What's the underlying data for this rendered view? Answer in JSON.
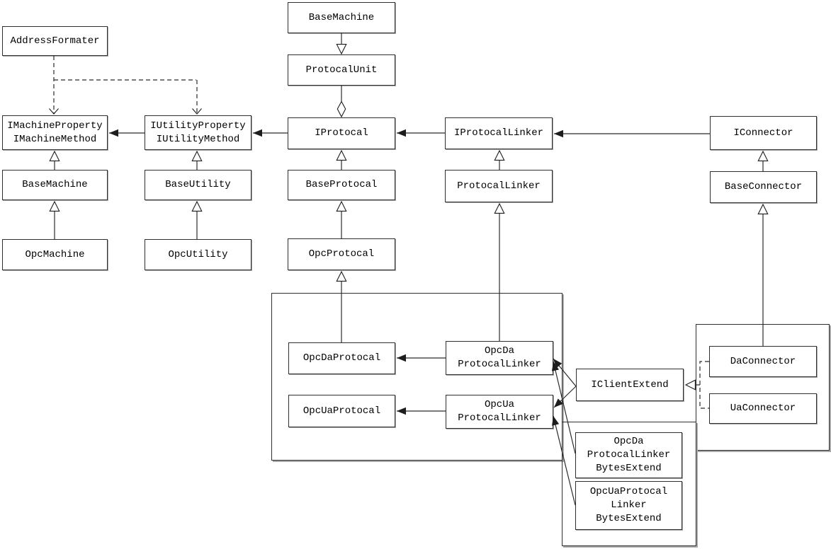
{
  "diagram": {
    "type": "uml-class-diagram",
    "background_color": "#ffffff",
    "line_color": "#2b2b2b",
    "nodes": {
      "address_formater": {
        "l1": "AddressFormater"
      },
      "i_machine": {
        "l1": "IMachineProperty",
        "l2": "IMachineMethod"
      },
      "i_utility": {
        "l1": "IUtilityProperty",
        "l2": "IUtilityMethod"
      },
      "base_machine_left": {
        "l1": "BaseMachine"
      },
      "base_utility": {
        "l1": "BaseUtility"
      },
      "opc_machine": {
        "l1": "OpcMachine"
      },
      "opc_utility": {
        "l1": "OpcUtility"
      },
      "base_machine_top": {
        "l1": "BaseMachine"
      },
      "protocal_unit": {
        "l1": "ProtocalUnit"
      },
      "i_protocal": {
        "l1": "IProtocal"
      },
      "i_protocal_linker": {
        "l1": "IProtocalLinker"
      },
      "i_connector": {
        "l1": "IConnector"
      },
      "base_protocal": {
        "l1": "BaseProtocal"
      },
      "protocal_linker": {
        "l1": "ProtocalLinker"
      },
      "base_connector": {
        "l1": "BaseConnector"
      },
      "opc_protocal": {
        "l1": "OpcProtocal"
      },
      "opc_da_protocal": {
        "l1": "OpcDaProtocal"
      },
      "opc_ua_protocal": {
        "l1": "OpcUaProtocal"
      },
      "opc_da_linker": {
        "l1": "OpcDa",
        "l2": "ProtocalLinker"
      },
      "opc_ua_linker": {
        "l1": "OpcUa",
        "l2": "ProtocalLinker"
      },
      "i_client_extend": {
        "l1": "IClientExtend"
      },
      "da_connector": {
        "l1": "DaConnector"
      },
      "ua_connector": {
        "l1": "UaConnector"
      },
      "opc_da_linker_bytes": {
        "l1": "OpcDa",
        "l2": "ProtocalLinker",
        "l3": "BytesExtend"
      },
      "opc_ua_linker_bytes": {
        "l1": "OpcUaProtocal",
        "l2": "Linker",
        "l3": "BytesExtend"
      }
    },
    "relationships": [
      {
        "from": "BaseMachine (left)",
        "to": "IMachineProperty IMachineMethod",
        "type": "inheritance"
      },
      {
        "from": "OpcMachine",
        "to": "BaseMachine (left)",
        "type": "inheritance"
      },
      {
        "from": "BaseUtility",
        "to": "IUtilityProperty IUtilityMethod",
        "type": "inheritance"
      },
      {
        "from": "OpcUtility",
        "to": "BaseUtility",
        "type": "inheritance"
      },
      {
        "from": "BaseProtocal",
        "to": "IProtocal",
        "type": "inheritance"
      },
      {
        "from": "OpcProtocal",
        "to": "BaseProtocal",
        "type": "inheritance"
      },
      {
        "from": "OpcDaProtocal",
        "to": "OpcProtocal",
        "type": "inheritance"
      },
      {
        "from": "ProtocalLinker",
        "to": "IProtocalLinker",
        "type": "inheritance"
      },
      {
        "from": "OpcDaProtocalLinker",
        "to": "ProtocalLinker",
        "type": "inheritance"
      },
      {
        "from": "BaseConnector",
        "to": "IConnector",
        "type": "inheritance"
      },
      {
        "from": "DaConnector",
        "to": "BaseConnector",
        "type": "inheritance"
      },
      {
        "from": "BaseMachine (top)",
        "to": "ProtocalUnit",
        "type": "inheritance-arrow-down"
      },
      {
        "from": "ProtocalUnit",
        "to": "IProtocal",
        "type": "aggregation"
      },
      {
        "from": "IUtilityProperty IUtilityMethod",
        "to": "IMachineProperty IMachineMethod",
        "type": "association"
      },
      {
        "from": "IProtocal",
        "to": "IUtilityProperty IUtilityMethod",
        "type": "association"
      },
      {
        "from": "IProtocalLinker",
        "to": "IProtocal",
        "type": "association"
      },
      {
        "from": "IConnector",
        "to": "IProtocalLinker",
        "type": "association"
      },
      {
        "from": "OpcDaProtocalLinker",
        "to": "OpcDaProtocal",
        "type": "association"
      },
      {
        "from": "OpcUaProtocalLinker",
        "to": "OpcUaProtocal",
        "type": "association"
      },
      {
        "from": "IClientExtend",
        "to": "OpcDaProtocalLinker",
        "type": "association"
      },
      {
        "from": "IClientExtend",
        "to": "OpcUaProtocalLinker",
        "type": "association"
      },
      {
        "from": "OpcDaProtocalLinkerBytesExtend",
        "to": "OpcDaProtocalLinker",
        "type": "association"
      },
      {
        "from": "OpcUaProtocalLinkerBytesExtend",
        "to": "OpcUaProtocalLinker",
        "type": "association"
      },
      {
        "from": "AddressFormater",
        "to": "IMachineProperty IMachineMethod",
        "type": "dependency"
      },
      {
        "from": "AddressFormater",
        "to": "IUtilityProperty IUtilityMethod",
        "type": "dependency"
      },
      {
        "from": "DaConnector",
        "to": "IClientExtend",
        "type": "realization"
      },
      {
        "from": "UaConnector",
        "to": "IClientExtend",
        "type": "realization"
      }
    ]
  }
}
